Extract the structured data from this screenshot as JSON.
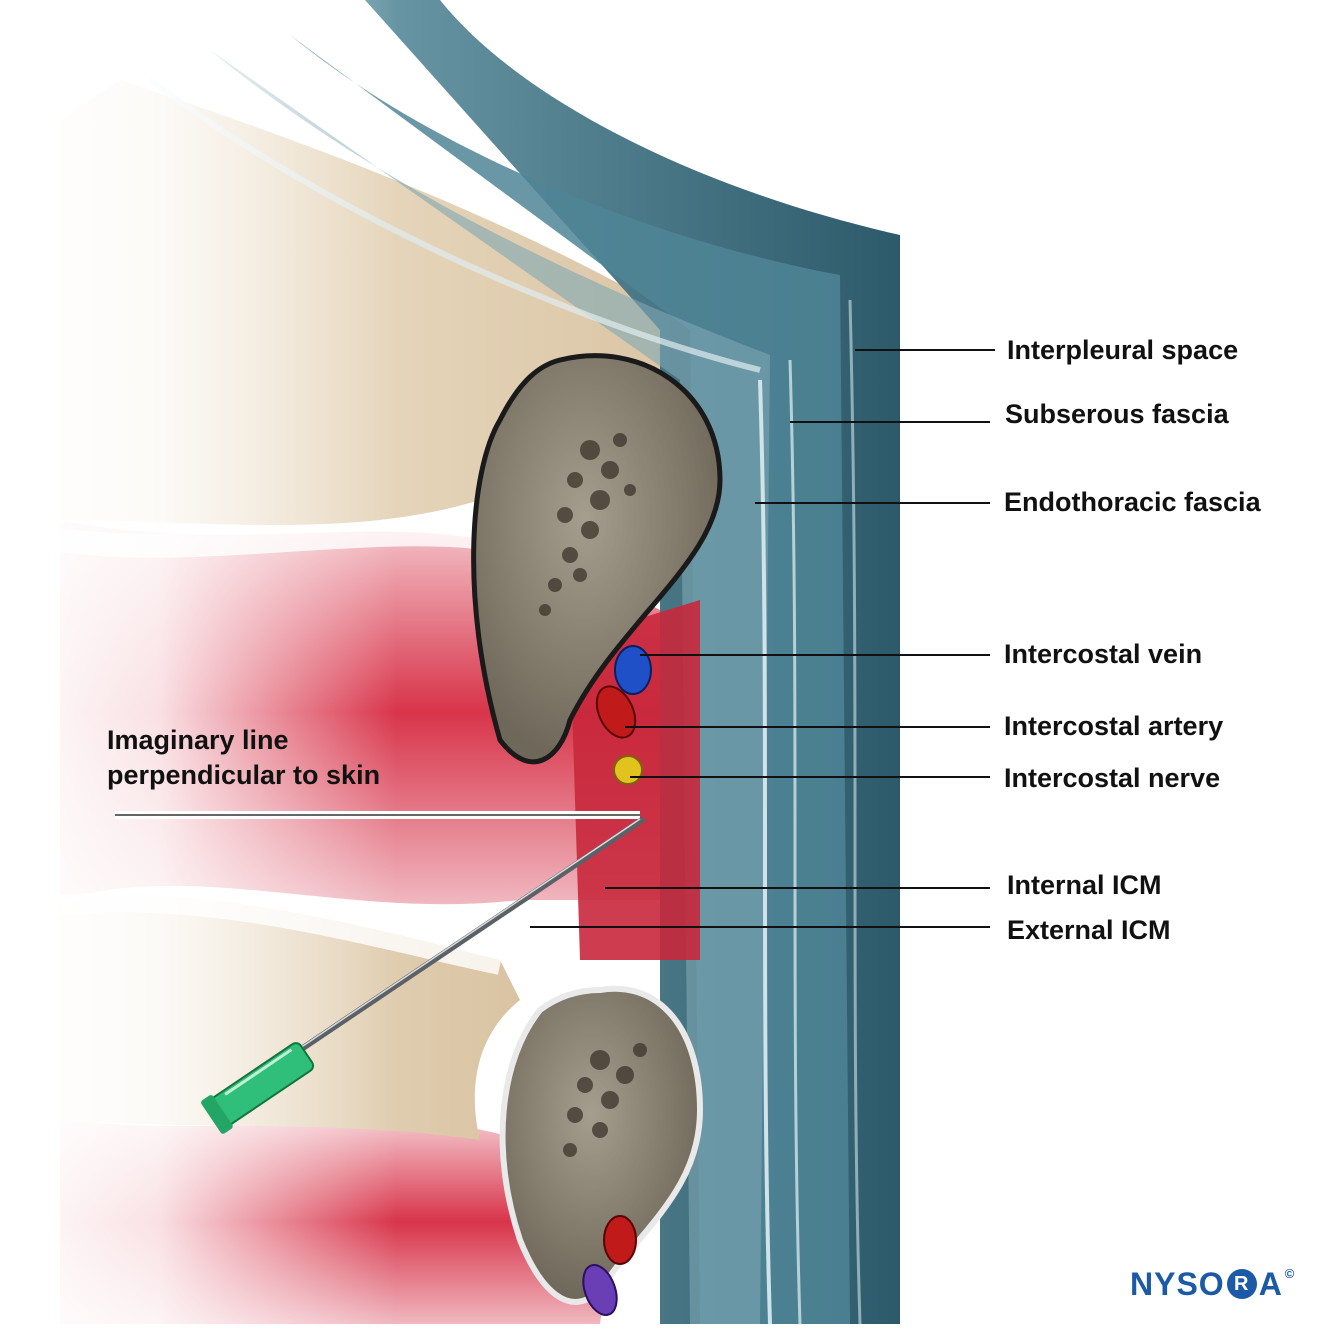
{
  "labels": {
    "interpleural_space": "Interpleural space",
    "subserous_fascia": "Subserous fascia",
    "endothoracic_fascia": "Endothoracic fascia",
    "intercostal_vein": "Intercostal vein",
    "intercostal_artery": "Intercostal artery",
    "intercostal_nerve": "Intercostal nerve",
    "internal_icm": "Internal ICM",
    "external_icm": "External ICM"
  },
  "note": {
    "line1": "Imaginary line",
    "line2": "perpendicular to skin"
  },
  "logo": {
    "prefix": "NYSO",
    "ring": "R",
    "suffix": "A",
    "mark": "©"
  },
  "colors": {
    "pleura": "#3f7384",
    "skin": "#e7d6bb",
    "muscle": "#d8344a",
    "bone": "#8d8577",
    "vein": "#2050c8",
    "artery": "#c01a1a",
    "nerve": "#e2c21c",
    "needle_hub": "#2fbf7a",
    "logo": "#1b5aa6"
  }
}
